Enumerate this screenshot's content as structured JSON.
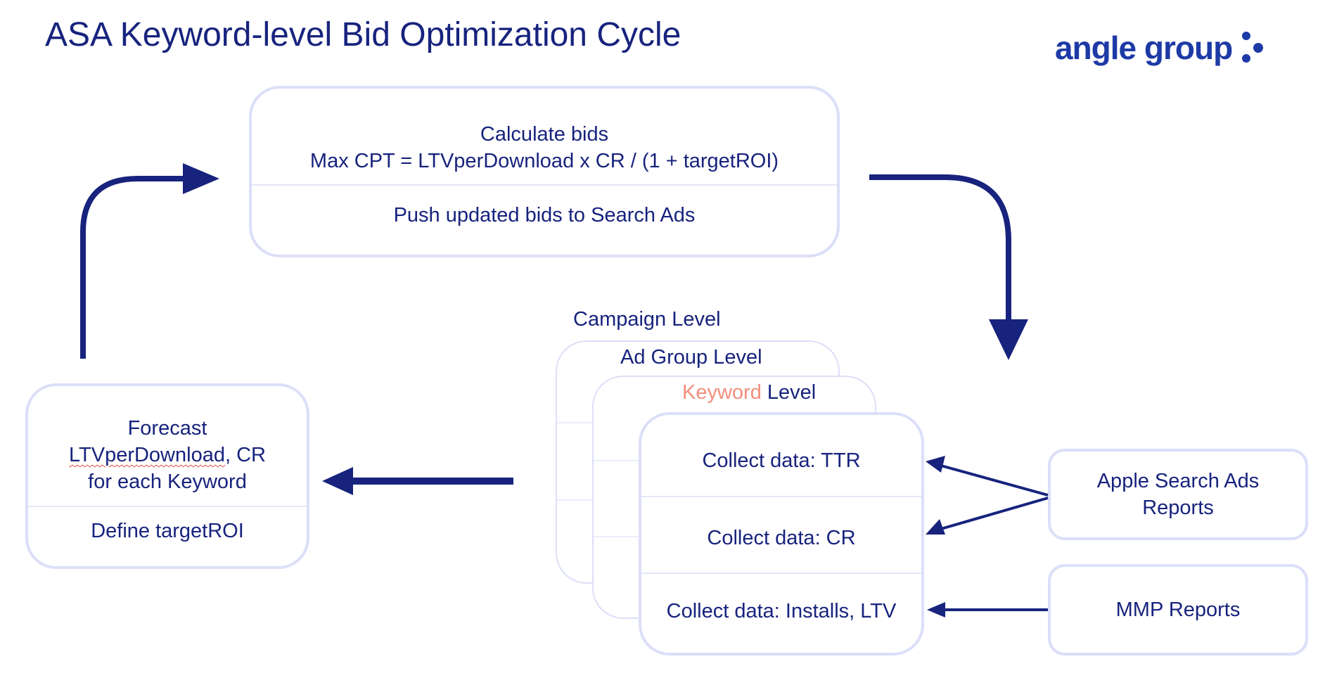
{
  "title": "ASA Keyword-level Bid Optimization Cycle",
  "logo": {
    "text": "angle group"
  },
  "colors": {
    "primary": "#17237d",
    "border": "#dcdff8",
    "accent": "#f28e7b",
    "logo": "#1d3aa6"
  },
  "top_box": {
    "line1": "Calculate bids",
    "line2": "Max CPT = LTVperDownload x CR / (1 + targetROI)",
    "line3": "Push updated bids to Search Ads"
  },
  "left_box": {
    "line1": "Forecast",
    "line2_a": "LTVperDownload",
    "line2_b": ", CR",
    "line3": "for each Keyword",
    "line4": "Define targetROI"
  },
  "levels": {
    "campaign": "Campaign Level",
    "ad_group": "Ad Group Level",
    "keyword_accent": "Keyword",
    "keyword_rest": " Level"
  },
  "keyword_box": {
    "row1": "Collect data: TTR",
    "row2": "Collect data: CR",
    "row3": "Collect data: Installs, LTV"
  },
  "sources": {
    "asa": "Apple Search Ads Reports",
    "mmp": "MMP Reports"
  }
}
